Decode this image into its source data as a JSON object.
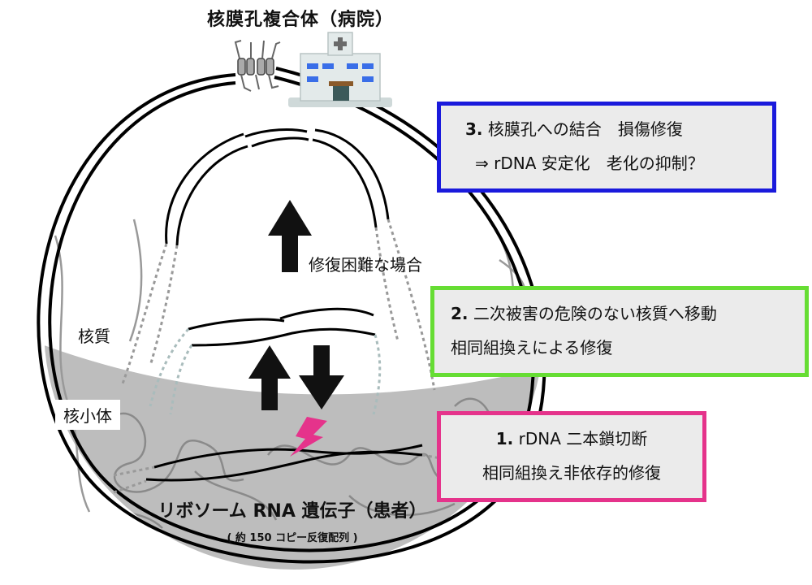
{
  "title": "核膜孔複合体（病院）",
  "labels": {
    "nucleoplasm": "核質",
    "nucleolus": "核小体",
    "difficult_repair": "修復困難な場合"
  },
  "gene": {
    "title": "リボソーム RNA 遺伝子（患者）",
    "subtitle": "( 約 150 コピー反復配列 )"
  },
  "boxes": [
    {
      "number": "3.",
      "line1": "核膜孔への結合　損傷修復",
      "line2": "⇒ rDNA 安定化　老化の抑制？",
      "color": "#1a1adc"
    },
    {
      "number": "2.",
      "line1": "二次被害の危険のない核質へ移動",
      "line2": "相同組換えによる修復",
      "color": "#66dd33"
    },
    {
      "number": "1.",
      "line1": "rDNA 二本鎖切断",
      "line2": "相同組換え非依存的修復",
      "color": "#e5338b"
    }
  ],
  "colors": {
    "nucleolus_fill": "#bdbdbd",
    "lightning": "#e5338b",
    "arrow": "#111111"
  },
  "icons": [
    "nuclear-pore-complex-icon",
    "hospital-icon",
    "lightning-icon",
    "arrow-up-icon",
    "arrow-down-icon"
  ]
}
